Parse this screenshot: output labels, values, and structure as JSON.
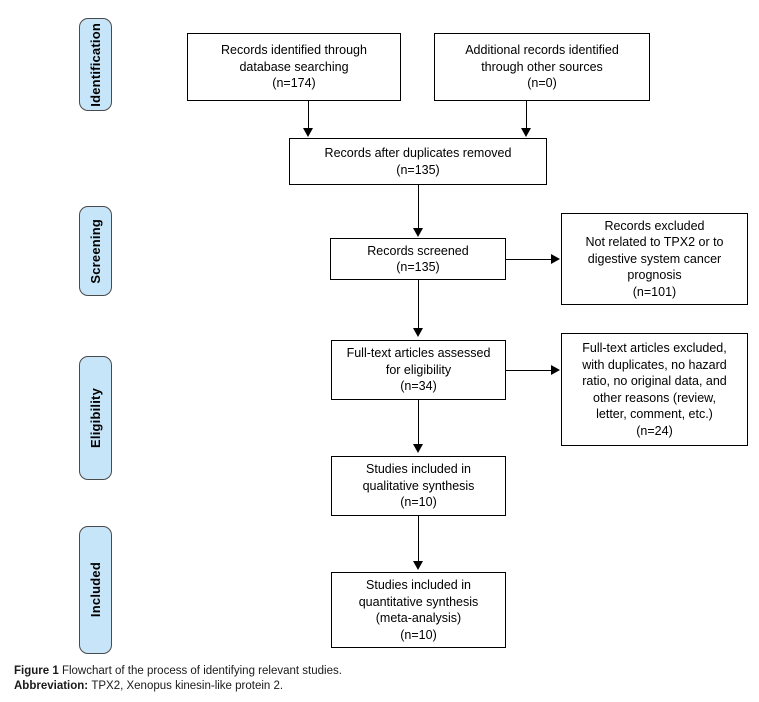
{
  "figure": {
    "type": "prisma-flowchart",
    "caption_label": "Figure 1",
    "caption_text": "Flowchart of the process of identifying relevant studies.",
    "abbrev_label": "Abbreviation:",
    "abbrev_text": "TPX2, Xenopus kinesin-like protein 2."
  },
  "colors": {
    "stage_fill": "#c6e5f8",
    "stage_border": "#4a4a4a",
    "box_border": "#000000",
    "page_background": "#ffffff",
    "text": "#000000"
  },
  "stages": [
    {
      "id": "identification",
      "label": "Identification"
    },
    {
      "id": "screening",
      "label": "Screening"
    },
    {
      "id": "eligibility",
      "label": "Eligibility"
    },
    {
      "id": "included",
      "label": "Included"
    }
  ],
  "boxes": {
    "records_database": {
      "text": "Records identified through\ndatabase searching\n(n=174)",
      "count": 174
    },
    "records_other": {
      "text": "Additional records identified\nthrough other sources\n(n=0)",
      "count": 0
    },
    "after_duplicates": {
      "text": "Records after duplicates removed\n(n=135)",
      "count": 135
    },
    "records_screened": {
      "text": "Records screened\n(n=135)",
      "count": 135
    },
    "records_excluded": {
      "text": "Records excluded\nNot related to TPX2 or to\ndigestive system cancer\nprognosis\n(n=101)",
      "count": 101
    },
    "fulltext_assessed": {
      "text": "Full-text articles assessed\nfor eligibility\n(n=34)",
      "count": 34
    },
    "fulltext_excluded": {
      "text": "Full-text articles excluded,\nwith duplicates, no hazard\nratio, no original data, and\nother reasons (review,\nletter, comment, etc.)\n(n=24)",
      "count": 24
    },
    "qualitative": {
      "text": "Studies included in\nqualitative synthesis\n(n=10)",
      "count": 10
    },
    "quantitative": {
      "text": "Studies included in\nquantitative synthesis\n(meta-analysis)\n(n=10)",
      "count": 10
    }
  }
}
